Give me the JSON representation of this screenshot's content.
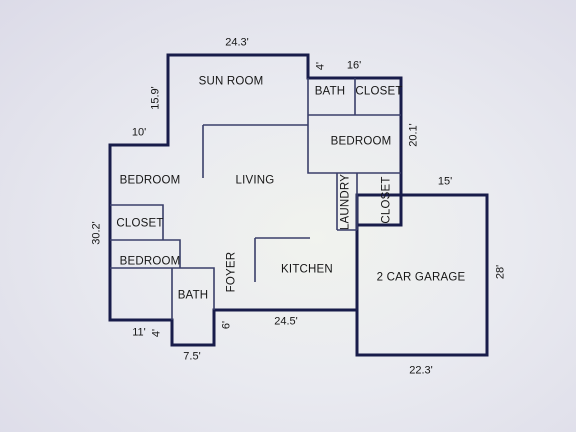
{
  "rooms": {
    "sun_room": "SUN ROOM",
    "bath_top": "BATH",
    "closet_top": "CLOSET",
    "bedroom_right": "BEDROOM",
    "bedroom_left": "BEDROOM",
    "living": "LIVING",
    "laundry": "LAUNDRY",
    "closet_right": "CLOSET",
    "closet_left": "CLOSET",
    "bedroom_bottom": "BEDROOM",
    "foyer": "FOYER",
    "kitchen": "KITCHEN",
    "bath_bottom": "BATH",
    "garage": "2 CAR GARAGE"
  },
  "dimensions": {
    "sun_room_width": "24.3'",
    "sun_room_depth": "15.9'",
    "bath_width": "4'",
    "bedroom_width": "16'",
    "bedroom_depth": "20.1'",
    "left_offset": "10'",
    "left_depth": "30.2'",
    "garage_width": "15'",
    "garage_depth": "28'",
    "bottom_left": "11'",
    "bottom_left_small": "4'",
    "bath_bottom_width": "7.5'",
    "foyer_gap": "6'",
    "kitchen_width": "24.5'",
    "garage_bottom": "22.3'"
  },
  "colors": {
    "wall": "#181c4a",
    "interior_line": "#3a3f6a"
  }
}
